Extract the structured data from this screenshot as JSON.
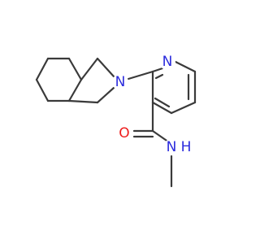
{
  "figure": {
    "background_color": "#ffffff",
    "bond_color": "#3a3a3a"
  },
  "atoms": {
    "pyridine_n": {
      "label": "N",
      "color": "#2b2bdd"
    },
    "isoindoline_n": {
      "label": "N",
      "color": "#2b2bdd"
    },
    "carbonyl_o": {
      "label": "O",
      "color": "#ee1c1c"
    },
    "amide_nh": {
      "label": "N",
      "color": "#2b2bdd"
    },
    "amide_h": {
      "label": "H",
      "color": "#2b2bdd"
    }
  }
}
